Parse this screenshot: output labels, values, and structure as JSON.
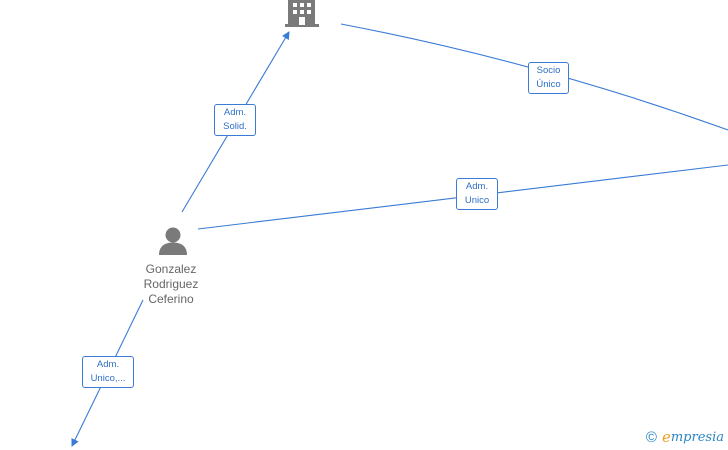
{
  "nodes": {
    "company": {
      "icon": "building-icon"
    },
    "person": {
      "icon": "person-icon",
      "name_lines": [
        "Gonzalez",
        "Rodriguez",
        "Ceferino"
      ]
    }
  },
  "edges": [
    {
      "label_lines": [
        "Adm.",
        "Solid."
      ]
    },
    {
      "label_lines": [
        "Socio",
        "Único"
      ]
    },
    {
      "label_lines": [
        "Adm.",
        "Unico"
      ]
    },
    {
      "label_lines": [
        "Adm.",
        "Unico,..."
      ]
    }
  ],
  "watermark": {
    "copyright": "©",
    "brand_initial": "e",
    "brand_rest": "mpresia"
  },
  "colors": {
    "edge": "#3a7bd5",
    "node_icon": "#7a7a7a",
    "text": "#666666"
  }
}
